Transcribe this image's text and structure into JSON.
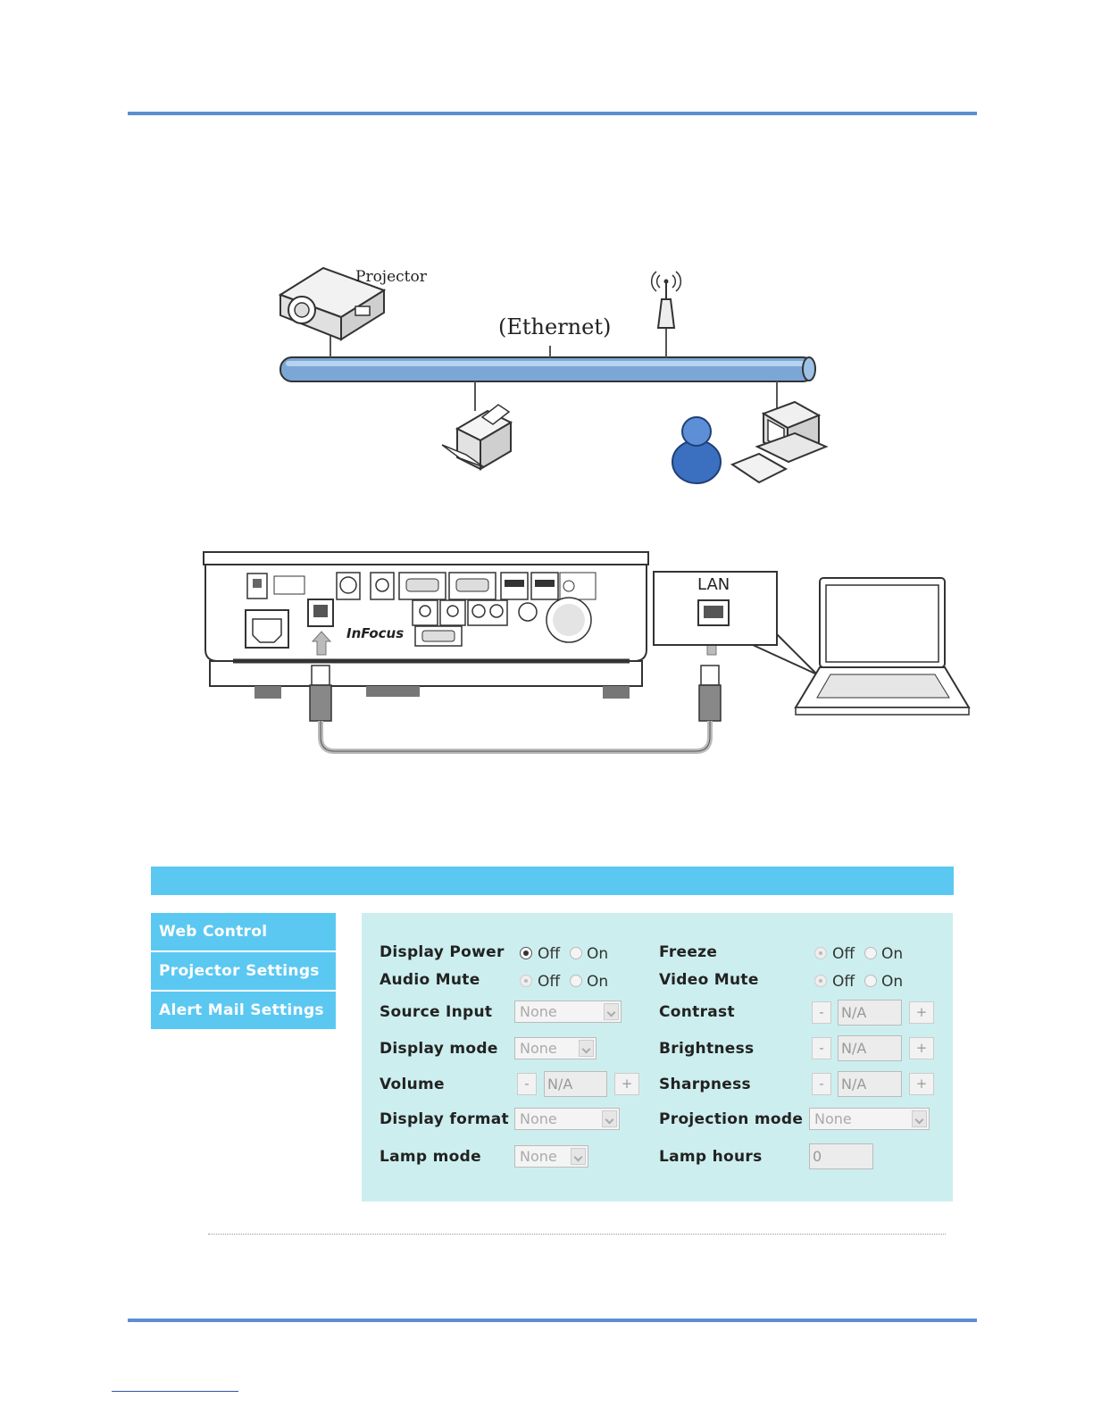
{
  "network_diagram": {
    "projector_label": "Projector",
    "ethernet_label": "(Ethernet)"
  },
  "connection_diagram": {
    "lan_label": "LAN",
    "brand": "InFocus"
  },
  "web_control": {
    "nav": [
      "Web Control",
      "Projector Settings",
      "Alert Mail Settings"
    ],
    "labels": {
      "display_power": "Display Power",
      "audio_mute": "Audio Mute",
      "source_input": "Source Input",
      "display_mode": "Display mode",
      "volume": "Volume",
      "display_format": "Display format",
      "lamp_mode": "Lamp mode",
      "freeze": "Freeze",
      "video_mute": "Video Mute",
      "contrast": "Contrast",
      "brightness": "Brightness",
      "sharpness": "Sharpness",
      "projection_mode": "Projection mode",
      "lamp_hours": "Lamp hours"
    },
    "radio_off": "Off",
    "radio_on": "On",
    "select_none": "None",
    "na": "N/A",
    "minus": "-",
    "plus": "+",
    "lamp_hours_value": "0"
  }
}
